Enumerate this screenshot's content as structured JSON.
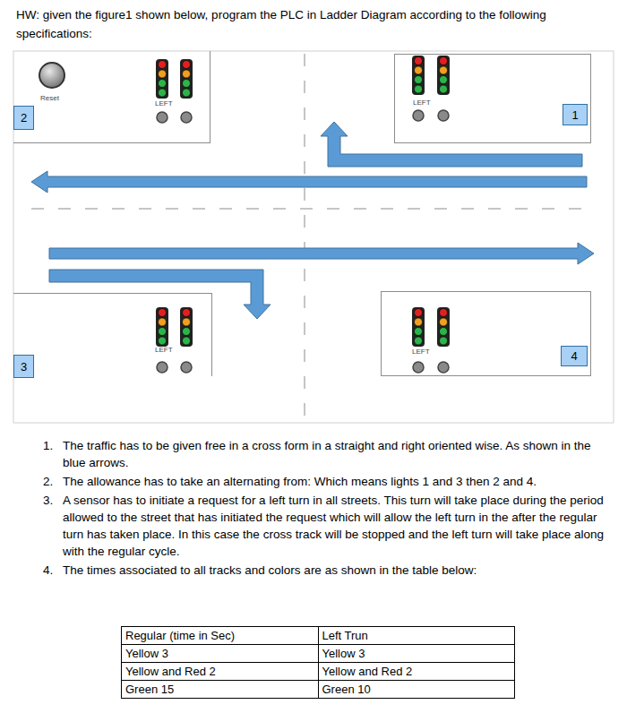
{
  "diagram": {
    "title": "HW: given the figure1 shown below, program the PLC in Ladder Diagram according to the following specifications:",
    "nodes": [
      {
        "text": [
          "Reset",
          "LEFT"
        ]
      },
      {
        "text": [
          "2"
        ]
      },
      {
        "text": [
          "LEFT"
        ]
      },
      {
        "text": [
          "1"
        ],
        "in": 2
      },
      {
        "text": [
          "LEFT"
        ]
      },
      {
        "text": [
          "3"
        ]
      },
      {
        "text": [
          "LEFT"
        ]
      },
      {
        "text": [
          "4"
        ],
        "in": 6
      }
    ],
    "edges": [],
    "labels": [
      "1.",
      "The traffic has to be given free in a cross form in a straight and right oriented wise. As shown in the blue arrows.",
      "2.",
      "The allowance has to take an alternating from: Which means lights 1 and 3 then 2 and 4.",
      "3.",
      "A sensor has to initiate a request for a left turn in all streets. This turn will take place during the period allowed to the street that has initiated the request which will allow the left turn in the after the regular turn has taken place. In this case the cross track will be stopped and the left turn will take place along with the regular cycle.",
      "4.",
      "The times associated to all tracks and colors are as shown in the table below:",
      "Regular (time in Sec)",
      "Left Trun",
      "Yellow 3",
      "Yellow 3",
      "Yellow and Red 2",
      "Yellow and Red 2",
      "Green 15",
      "Green 10"
    ]
  }
}
